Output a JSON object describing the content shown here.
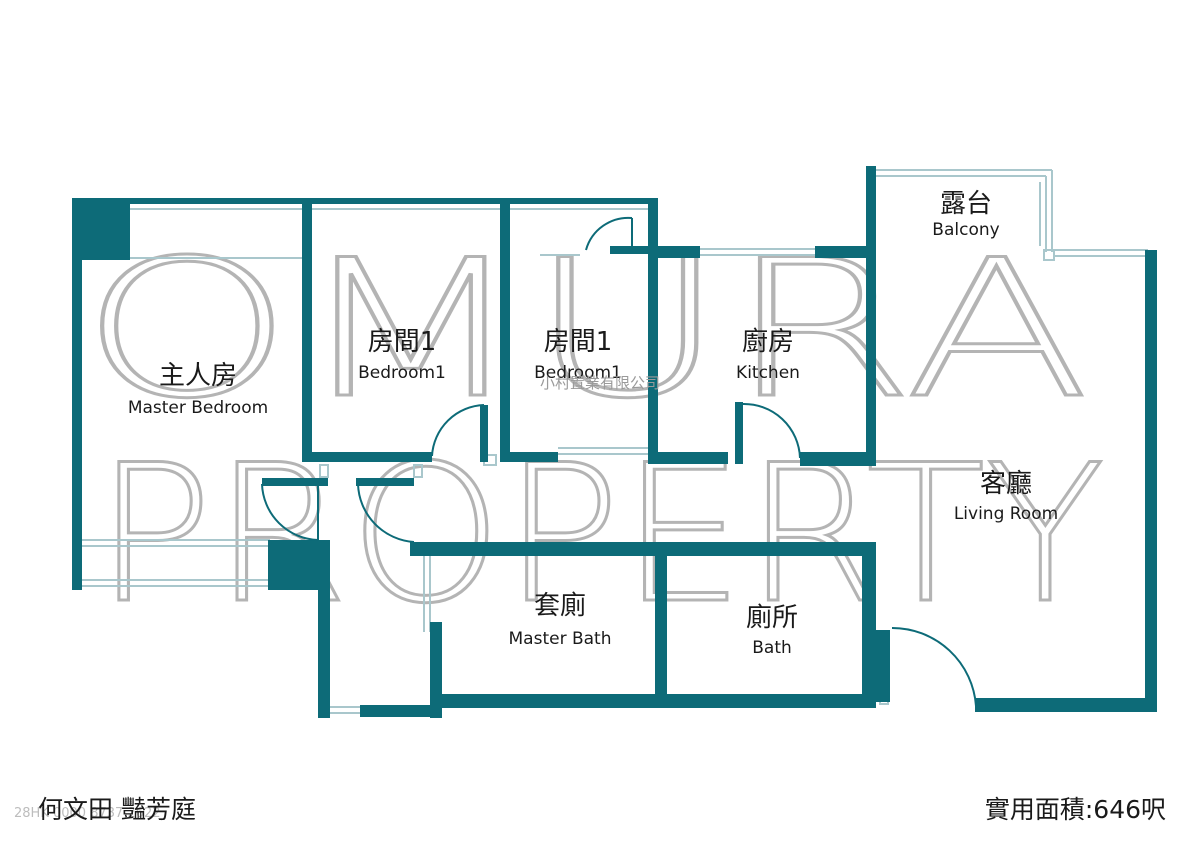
{
  "watermark": {
    "line1": "OMURA",
    "line2": "PROPERTY",
    "agency": "小村置業有限公司",
    "phone": "28HK 0000 8737 2622"
  },
  "rooms": {
    "master_bedroom": {
      "zh": "主人房",
      "en": "Master Bedroom"
    },
    "bedroom1_a": {
      "zh": "房間1",
      "en": "Bedroom1"
    },
    "bedroom1_b": {
      "zh": "房間1",
      "en": "Bedroom1"
    },
    "kitchen": {
      "zh": "廚房",
      "en": "Kitchen"
    },
    "balcony": {
      "zh": "露台",
      "en": "Balcony"
    },
    "living_room": {
      "zh": "客廳",
      "en": "Living Room"
    },
    "master_bath": {
      "zh": "套廁",
      "en": "Master Bath"
    },
    "bath": {
      "zh": "廁所",
      "en": "Bath"
    }
  },
  "footer": {
    "title": "何文田 豔芳庭",
    "area": "實用面積:646呎"
  },
  "colors": {
    "wall": "#0d6b78",
    "window": "#a9c7cc"
  }
}
